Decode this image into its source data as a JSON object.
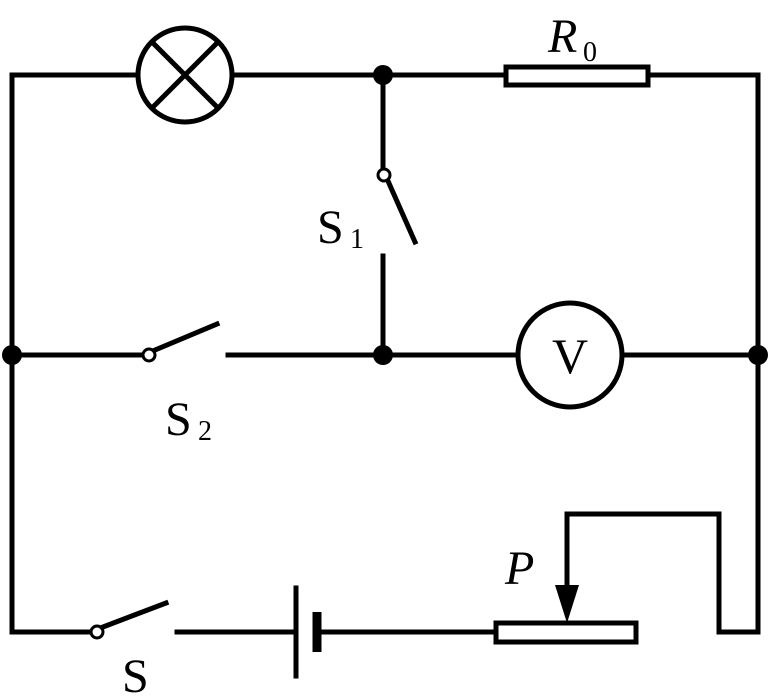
{
  "labels": {
    "r0_main": "R",
    "r0_sub": "0",
    "s1_main": "S",
    "s1_sub": "1",
    "s2_main": "S",
    "s2_sub": "2",
    "s_main": "S",
    "p_main": "P",
    "voltmeter": "V"
  }
}
